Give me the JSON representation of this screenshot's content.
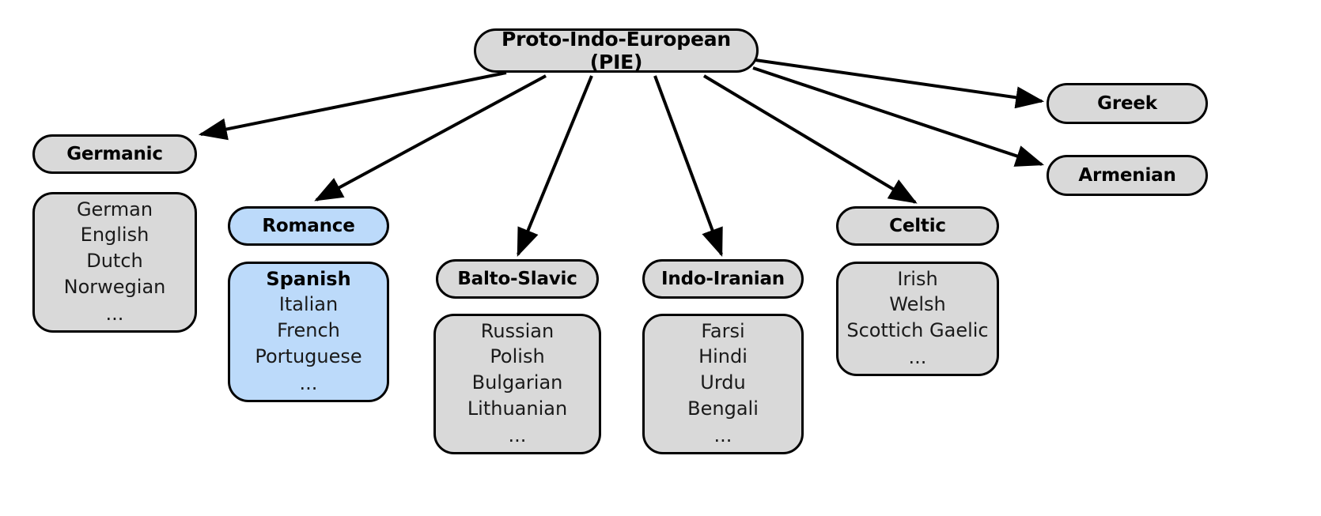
{
  "diagram": {
    "title": "Indo-European language family tree",
    "colors": {
      "background": "#ffffff",
      "node_fill": "#d9d9d9",
      "highlight_fill": "#bcdafa",
      "stroke": "#000000",
      "text": "#000000"
    },
    "root": {
      "label": "Proto-Indo-European (PIE)"
    },
    "branches": [
      {
        "id": "germanic",
        "label": "Germanic",
        "highlighted": false,
        "languages": [
          "German",
          "English",
          "Dutch",
          "Norwegian",
          "..."
        ],
        "bold_language": null
      },
      {
        "id": "romance",
        "label": "Romance",
        "highlighted": true,
        "languages": [
          "Spanish",
          "Italian",
          "French",
          "Portuguese",
          "..."
        ],
        "bold_language": "Spanish"
      },
      {
        "id": "balto-slavic",
        "label": "Balto-Slavic",
        "highlighted": false,
        "languages": [
          "Russian",
          "Polish",
          "Bulgarian",
          "Lithuanian",
          "..."
        ],
        "bold_language": null
      },
      {
        "id": "indo-iranian",
        "label": "Indo-Iranian",
        "highlighted": false,
        "languages": [
          "Farsi",
          "Hindi",
          "Urdu",
          "Bengali",
          "..."
        ],
        "bold_language": null
      },
      {
        "id": "celtic",
        "label": "Celtic",
        "highlighted": false,
        "languages": [
          "Irish",
          "Welsh",
          "Scottich Gaelic",
          "..."
        ],
        "bold_language": null
      },
      {
        "id": "greek",
        "label": "Greek",
        "highlighted": false,
        "languages": [],
        "bold_language": null
      },
      {
        "id": "armenian",
        "label": "Armenian",
        "highlighted": false,
        "languages": [],
        "bold_language": null
      }
    ]
  }
}
